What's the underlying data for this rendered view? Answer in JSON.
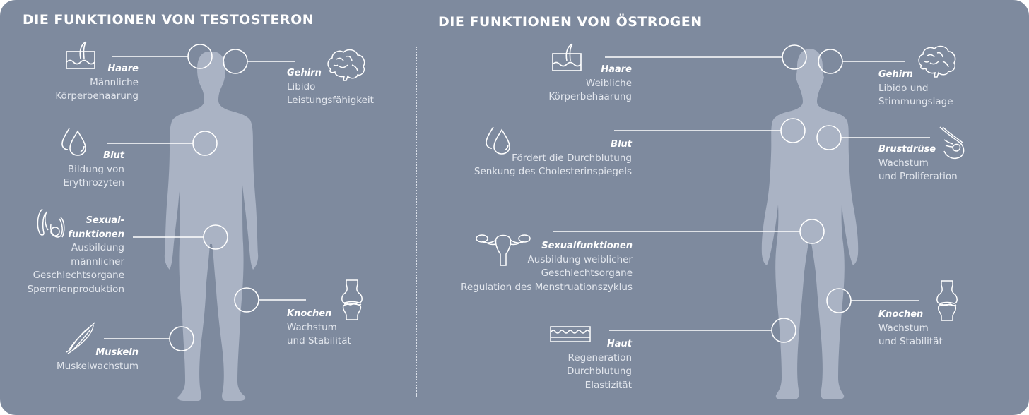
{
  "colors": {
    "background": "#7e8a9e",
    "silhouette": "#aab3c4",
    "lines": "#ffffff",
    "text": "#e3e7ee"
  },
  "testosterone": {
    "title": "DIE FUNKTIONEN VON TESTOSTERON",
    "items": [
      {
        "icon": "hair-skin-icon",
        "heading": "Haare",
        "lines": [
          "Männliche",
          "Körperbehaarung"
        ]
      },
      {
        "icon": "brain-icon",
        "heading": "Gehirn",
        "lines": [
          "Libido",
          "Leistungsfähigkeit"
        ]
      },
      {
        "icon": "blood-drops-icon",
        "heading": "Blut",
        "lines": [
          "Bildung von",
          "Erythrozyten"
        ]
      },
      {
        "icon": "male-genitals-icon",
        "heading": "Sexual-\nfunktionen",
        "heading_line1": "Sexual-",
        "heading_line2": "funktionen",
        "lines": [
          "Ausbildung",
          "männlicher",
          "Geschlechtsorgane",
          "Spermienproduktion"
        ]
      },
      {
        "icon": "knee-joint-icon",
        "heading": "Knochen",
        "lines": [
          "Wachstum",
          "und Stabilität"
        ]
      },
      {
        "icon": "muscle-icon",
        "heading": "Muskeln",
        "lines": [
          "Muskelwachstum"
        ]
      }
    ]
  },
  "estrogen": {
    "title": "DIE FUNKTIONEN VON ÖSTROGEN",
    "items": [
      {
        "icon": "hair-skin-icon",
        "heading": "Haare",
        "lines": [
          "Weibliche",
          "Körperbehaarung"
        ]
      },
      {
        "icon": "brain-icon",
        "heading": "Gehirn",
        "lines": [
          "Libido und",
          "Stimmungslage"
        ]
      },
      {
        "icon": "blood-drops-icon",
        "heading": "Blut",
        "lines": [
          "Fördert die Durchblutung",
          "Senkung des Cholesterinspiegels"
        ]
      },
      {
        "icon": "breast-gland-icon",
        "heading": "Brustdrüse",
        "lines": [
          "Wachstum",
          "und Proliferation"
        ]
      },
      {
        "icon": "uterus-icon",
        "heading": "Sexualfunktionen",
        "lines": [
          "Ausbildung weiblicher",
          "Geschlechtsorgane",
          "Regulation des Menstruationszyklus"
        ]
      },
      {
        "icon": "knee-joint-icon",
        "heading": "Knochen",
        "lines": [
          "Wachstum",
          "und Stabilität"
        ]
      },
      {
        "icon": "skin-layer-icon",
        "heading": "Haut",
        "lines": [
          "Regeneration",
          "Durchblutung",
          "Elastizität"
        ]
      }
    ]
  }
}
